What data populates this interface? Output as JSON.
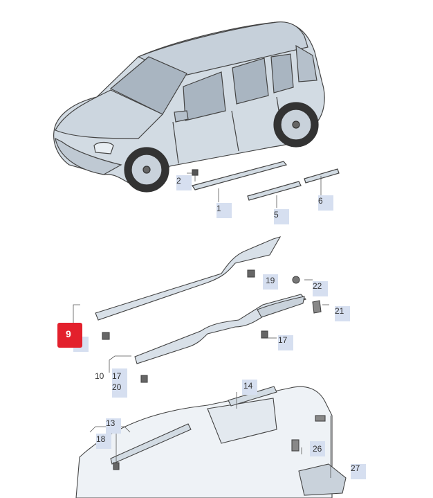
{
  "diagram": {
    "selected_part": "9",
    "callouts": [
      {
        "id": "c1",
        "label": "1"
      },
      {
        "id": "c2",
        "label": "2"
      },
      {
        "id": "c5",
        "label": "5"
      },
      {
        "id": "c6",
        "label": "6"
      },
      {
        "id": "c9",
        "label": "9"
      },
      {
        "id": "c10",
        "label": "10"
      },
      {
        "id": "c13",
        "label": "13"
      },
      {
        "id": "c14",
        "label": "14"
      },
      {
        "id": "c17a",
        "label": "17"
      },
      {
        "id": "c17b",
        "label": "17"
      },
      {
        "id": "c18",
        "label": "18"
      },
      {
        "id": "c19",
        "label": "19"
      },
      {
        "id": "c20",
        "label": "20"
      },
      {
        "id": "c21",
        "label": "21"
      },
      {
        "id": "c22",
        "label": "22"
      },
      {
        "id": "c26",
        "label": "26"
      },
      {
        "id": "c27",
        "label": "27"
      }
    ]
  },
  "colors": {
    "selected": "#e3202c",
    "callout_box": "#d6dff0",
    "line": "#444444",
    "car_body": "#d2dbe3",
    "car_shadow": "#aebac6"
  }
}
